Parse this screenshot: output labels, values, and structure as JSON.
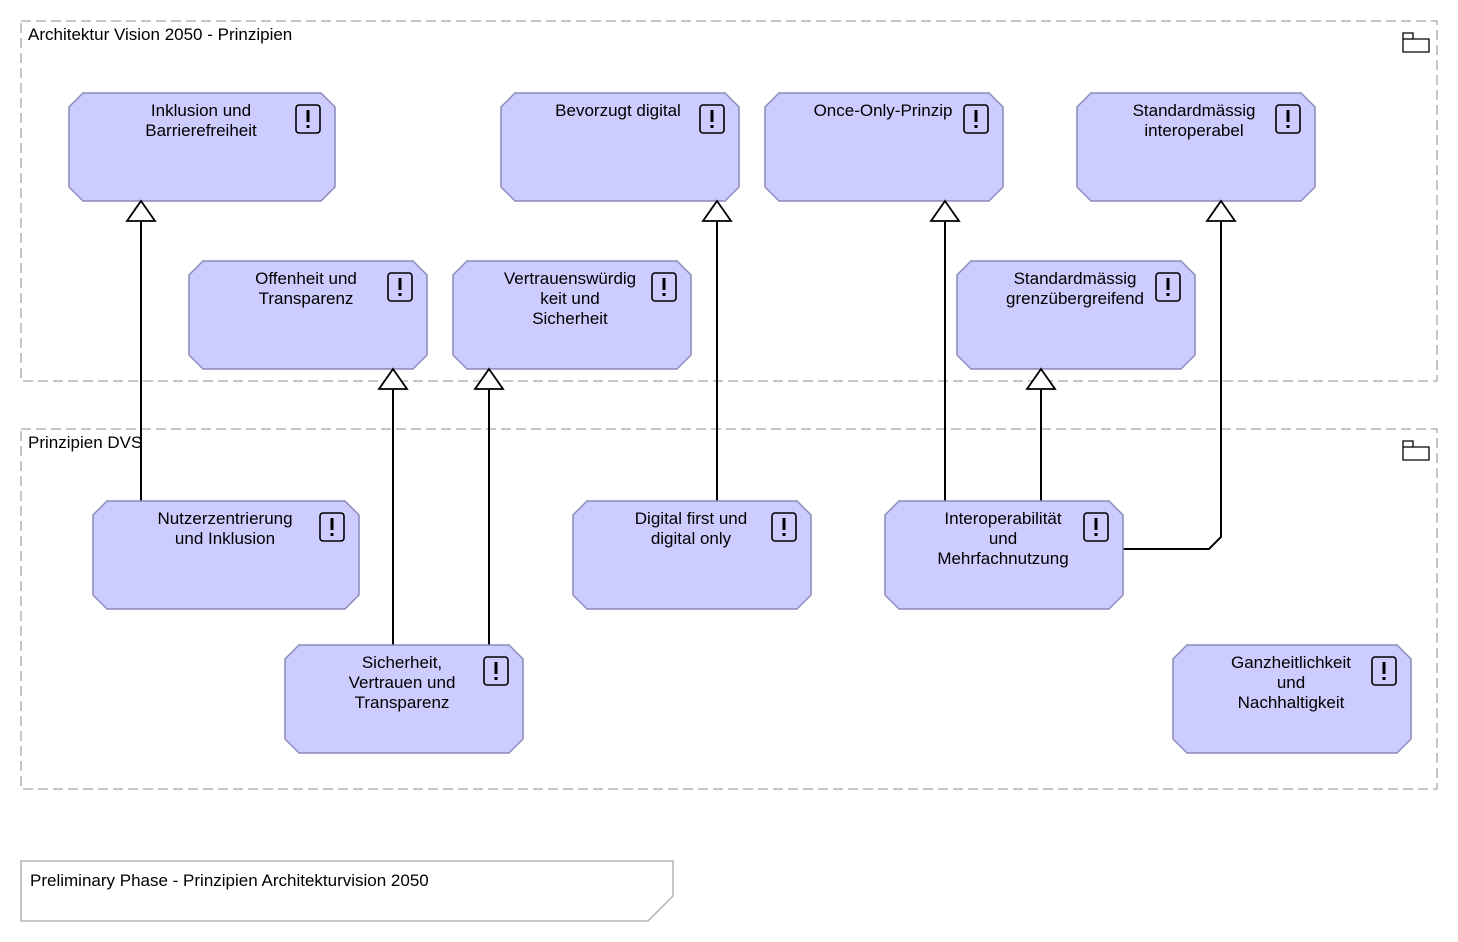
{
  "groups": [
    {
      "id": "vision",
      "label": "Architektur Vision 2050 - Prinzipien"
    },
    {
      "id": "dvs",
      "label": "Prinzipien DVS"
    }
  ],
  "principles": [
    {
      "id": "p1",
      "label": [
        "Inklusion und",
        "Barrierefreiheit"
      ]
    },
    {
      "id": "p2",
      "label": [
        "Bevorzugt digital"
      ]
    },
    {
      "id": "p3",
      "label": [
        "Once-Only-Prinzip"
      ]
    },
    {
      "id": "p4",
      "label": [
        "Standardmässig",
        "interoperabel"
      ]
    },
    {
      "id": "p5",
      "label": [
        "Offenheit und",
        "Transparenz"
      ]
    },
    {
      "id": "p6",
      "label": [
        "Vertrauenswürdig",
        "keit und",
        "Sicherheit"
      ]
    },
    {
      "id": "p7",
      "label": [
        "Standardmässig",
        "grenzübergreifend"
      ]
    },
    {
      "id": "d1",
      "label": [
        "Nutzerzentrierung",
        "und Inklusion"
      ]
    },
    {
      "id": "d2",
      "label": [
        "Digital first und",
        "digital only"
      ]
    },
    {
      "id": "d3",
      "label": [
        "Interoperabilität",
        "und",
        "Mehrfachnutzung"
      ]
    },
    {
      "id": "d4",
      "label": [
        "Sicherheit,",
        "Vertrauen und",
        "Transparenz"
      ]
    },
    {
      "id": "d5",
      "label": [
        "Ganzheitlichkeit",
        "und",
        "Nachhaltigkeit"
      ]
    }
  ],
  "realizations": [
    {
      "from": "d1",
      "to": "p1"
    },
    {
      "from": "d4",
      "to": "p5"
    },
    {
      "from": "d4",
      "to": "p6"
    },
    {
      "from": "d2",
      "to": "p2"
    },
    {
      "from": "d3",
      "to": "p3"
    },
    {
      "from": "d3",
      "to": "p7"
    },
    {
      "from": "d3",
      "to": "p4"
    }
  ],
  "note": {
    "label": "Preliminary Phase - Prinzipien Architekturvision 2050"
  },
  "colors": {
    "node_fill": "#ccccff",
    "node_stroke": "#8a8ab8",
    "group_stroke": "#b3b3b3",
    "edge": "#000000"
  },
  "icons": {
    "principle": "exclamation-box-icon",
    "group": "folder-tab-icon"
  }
}
